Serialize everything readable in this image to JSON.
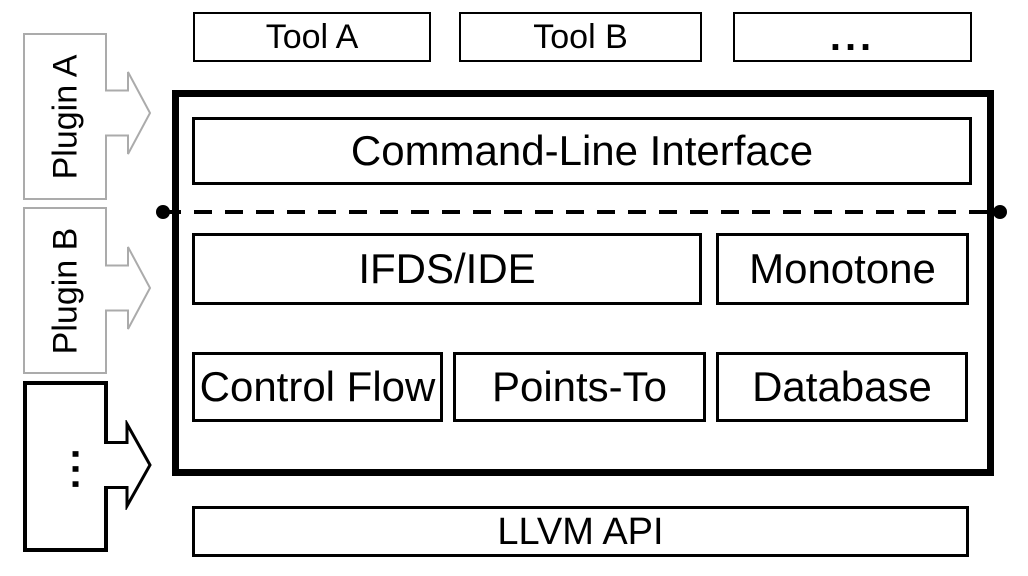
{
  "tools": [
    {
      "label": "Tool A"
    },
    {
      "label": "Tool B"
    },
    {
      "label": "..."
    }
  ],
  "plugins": [
    {
      "label": "Plugin A"
    },
    {
      "label": "Plugin B"
    },
    {
      "label": "..."
    }
  ],
  "framework": {
    "cli_label": "Command-Line Interface",
    "solver_boxes": [
      {
        "label": "IFDS/IDE"
      },
      {
        "label": "Monotone"
      }
    ],
    "infra_boxes": [
      {
        "label": "Control Flow"
      },
      {
        "label": "Points-To"
      },
      {
        "label": "Database"
      }
    ]
  },
  "llvm_api_label": "LLVM API",
  "colors": {
    "ink": "#000000",
    "plugin_outline": "#ababab",
    "box_fill": "#ffffff"
  }
}
